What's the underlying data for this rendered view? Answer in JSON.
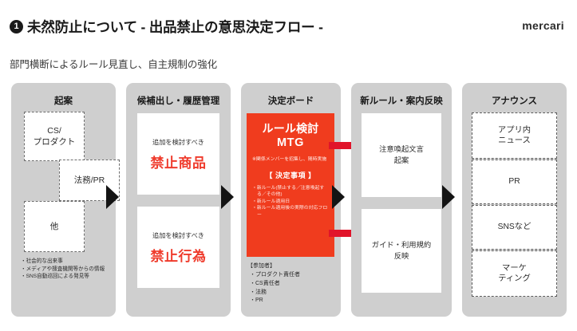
{
  "header": {
    "bullet": "❶",
    "bullet_number": "1",
    "title": "未然防止について - 出品禁止の意思決定フロー -",
    "brand": "mercari",
    "subtitle": "部門横断によるルール見直し、自主規制の強化"
  },
  "colors": {
    "accent_red": "#f03c1e",
    "arrow_red": "#e1142a",
    "column_gray": "#cfcfcf",
    "text_dark": "#231f20",
    "box_white": "#ffffff",
    "triangle_black": "#141414"
  },
  "columns": [
    {
      "id": "kian",
      "title": "起案",
      "boxes": [
        {
          "label": "CS/\nプロダクト",
          "line1": "CS/",
          "line2": "プロダクト"
        },
        {
          "label": "法務/PR",
          "line1": "法務/PR",
          "line2": ""
        },
        {
          "label": "他",
          "line1": "他",
          "line2": ""
        }
      ],
      "notes": [
        "社会的な出来事",
        "メディアや捜査機関等からの情報",
        "SNS自動巡回による発見等"
      ]
    },
    {
      "id": "kouhodashi",
      "title": "候補出し・履歴管理",
      "boxes": [
        {
          "sub": "追加を検討すべき",
          "main": "禁止商品"
        },
        {
          "sub": "追加を検討すべき",
          "main": "禁止行為"
        }
      ]
    },
    {
      "id": "kettei-board",
      "title": "決定ボード",
      "mtg": {
        "title_line1": "ルール検討",
        "title_line2": "MTG",
        "note": "※関係メンバーを招集し、随時実施",
        "decide_heading": "【 決定事項 】",
        "decide_items": [
          "新ルール(禁止する／注意喚起する／その他)",
          "新ルール適用日",
          "新ルール適用後の実際の対応フロー"
        ]
      },
      "participants_heading": "【参加者】",
      "participants": [
        "プロダクト責任者",
        "CS責任者",
        "法務",
        "PR"
      ]
    },
    {
      "id": "shin-rule",
      "title": "新ルール・案内反映",
      "boxes": [
        {
          "line1": "注意喚起文言",
          "line2": "起案"
        },
        {
          "line1": "ガイド・利用規約",
          "line2": "反映"
        }
      ]
    },
    {
      "id": "announce",
      "title": "アナウンス",
      "boxes": [
        {
          "line1": "アプリ内",
          "line2": "ニュース"
        },
        {
          "line1": "PR",
          "line2": ""
        },
        {
          "line1": "SNSなど",
          "line2": ""
        },
        {
          "line1": "マーケ",
          "line2": "ティング"
        }
      ]
    }
  ],
  "connectors": {
    "triangle_icon": "right-triangle-icon",
    "red_arrow_icon": "red-right-arrow-icon",
    "count_triangles": 4,
    "count_red_arrows": 2
  }
}
